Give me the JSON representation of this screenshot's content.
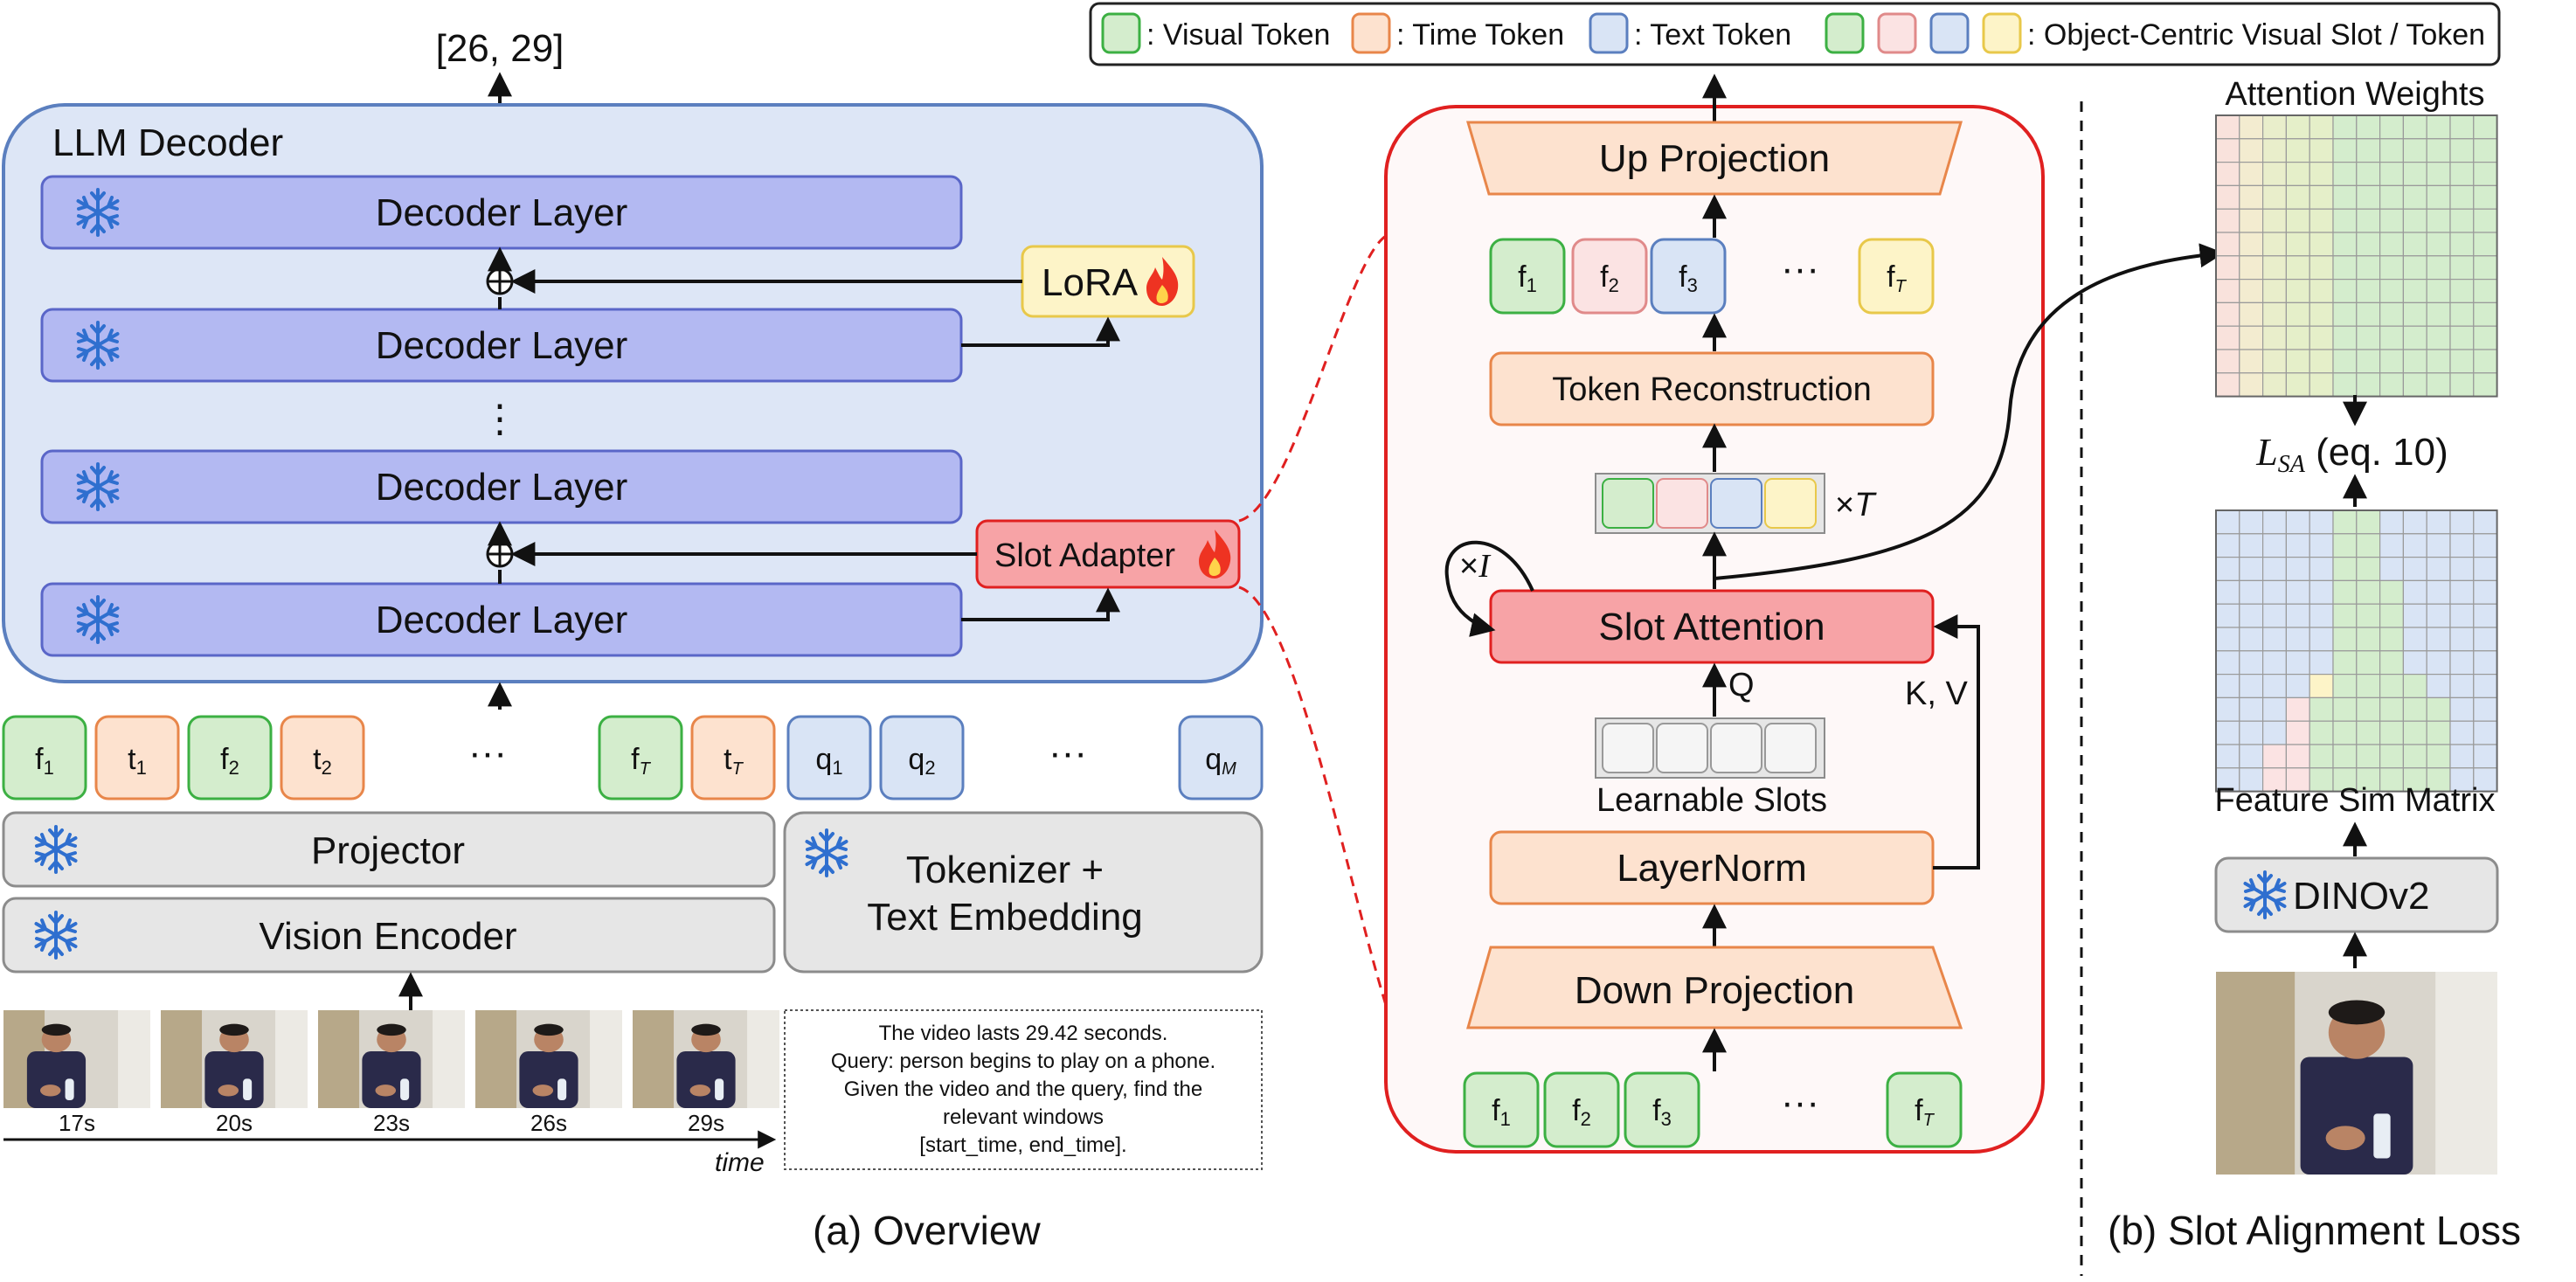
{
  "legend": {
    "visual": ": Visual Token",
    "time": ": Time Token",
    "text": ": Text Token",
    "object": ": Object-Centric Visual Slot / Token"
  },
  "colors": {
    "visual_fill": "#d4edcd",
    "visual_stroke": "#3cb043",
    "time_fill": "#fde2cf",
    "time_stroke": "#e8864a",
    "text_fill": "#d9e4f5",
    "text_stroke": "#5b7fbf",
    "yellow_fill": "#fdf4c8",
    "yellow_stroke": "#e8c84a",
    "pink_fill": "#fbe3e3",
    "pink_stroke": "#e08a8a",
    "decoder_fill": "#b3b9f2",
    "decoder_stroke": "#5a66c8",
    "llm_fill": "#dde6f6",
    "llm_stroke": "#5b7fbf",
    "gray_fill": "#e6e6e6",
    "gray_stroke": "#8c8c8c",
    "slot_red": "#f7a3a6",
    "red": "#e02020",
    "snow": "#2f6fcf",
    "flame": "#ee3322"
  },
  "overview": {
    "output": "[26, 29]",
    "llm_title": "LLM Decoder",
    "decoder_layer": "Decoder Layer",
    "vdots": "⋮",
    "lora": "LoRA",
    "slot_adapter": "Slot Adapter",
    "tokens_visual": [
      "f₁",
      "f₂",
      "f_T"
    ],
    "tokens_time": [
      "t₁",
      "t₂",
      "t_T"
    ],
    "tokens_query": [
      "q₁",
      "q₂",
      "q_M"
    ],
    "ellipsis": "···",
    "projector": "Projector",
    "vision_encoder": "Vision Encoder",
    "tokenizer_line1": "Tokenizer +",
    "tokenizer_line2": "Text Embedding",
    "frame_times": [
      "17s",
      "20s",
      "23s",
      "26s",
      "29s"
    ],
    "time_label": "time",
    "prompt_lines": [
      "The video lasts 29.42 seconds.",
      "Query: person begins to play on a phone.",
      "Given the video and the query, find the",
      "relevant windows",
      "[start_time, end_time]."
    ],
    "caption": "(a) Overview"
  },
  "adapter": {
    "up_projection": "Up Projection",
    "recon_tokens": [
      "f₁",
      "f₂",
      "f₃",
      "f_T"
    ],
    "token_reconstruction": "Token Reconstruction",
    "times_T": "×T",
    "times_I": "×I",
    "slot_attention": "Slot Attention",
    "q_label": "Q",
    "kv_label": "K, V",
    "learnable_slots": "Learnable Slots",
    "layernorm": "LayerNorm",
    "down_projection": "Down Projection",
    "input_tokens": [
      "f₁",
      "f₂",
      "f₃",
      "f_T"
    ]
  },
  "loss": {
    "attention_weights": "Attention Weights",
    "loss_label": "L_SA (eq. 10)",
    "feature_sim": "Feature Sim Matrix",
    "dinov2": "DINOv2",
    "caption": "(b) Slot Alignment Loss"
  }
}
